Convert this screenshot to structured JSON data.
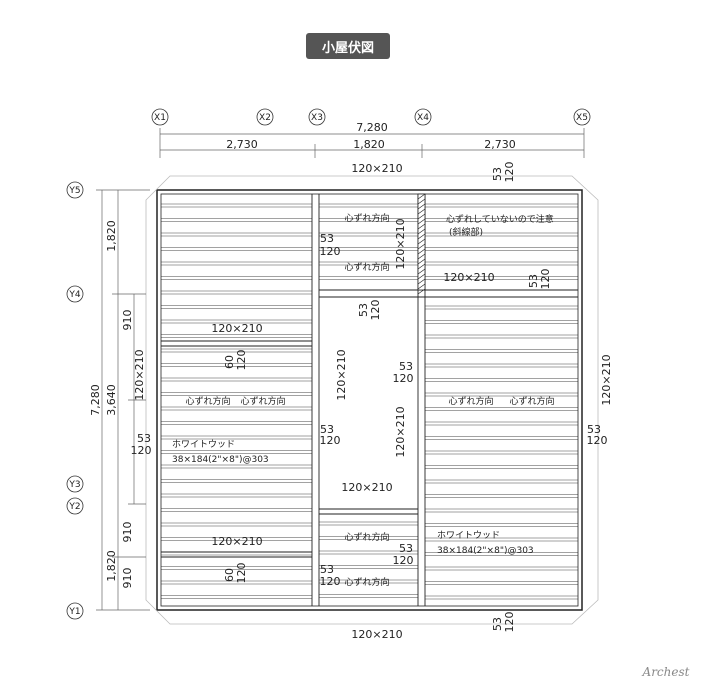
{
  "title": "小屋伏図",
  "logo": "Archest",
  "grid": {
    "x_labels": [
      "X1",
      "X2",
      "X3",
      "X4",
      "X5"
    ],
    "y_labels": [
      "Y5",
      "Y4",
      "Y3",
      "Y2",
      "Y1"
    ]
  },
  "dims": {
    "top_total": "7,280",
    "top_segments": [
      "2,730",
      "1,820",
      "2,730"
    ],
    "left_total": "7,280",
    "left_sub": "3,640",
    "left_segments": [
      "1,820",
      "910",
      "910",
      "910"
    ],
    "left_lower": "1,820"
  },
  "beam": "120×210",
  "post_w": "53",
  "post_d": "120",
  "small_a": "60",
  "small_b": "120",
  "shift_label": "心ずれ方向",
  "note_line1": "心ずれしていないので注意",
  "note_line2": "(斜線部)",
  "joist_name": "ホワイトウッド",
  "joist_spec": "38×184(2\"×8\")@303"
}
